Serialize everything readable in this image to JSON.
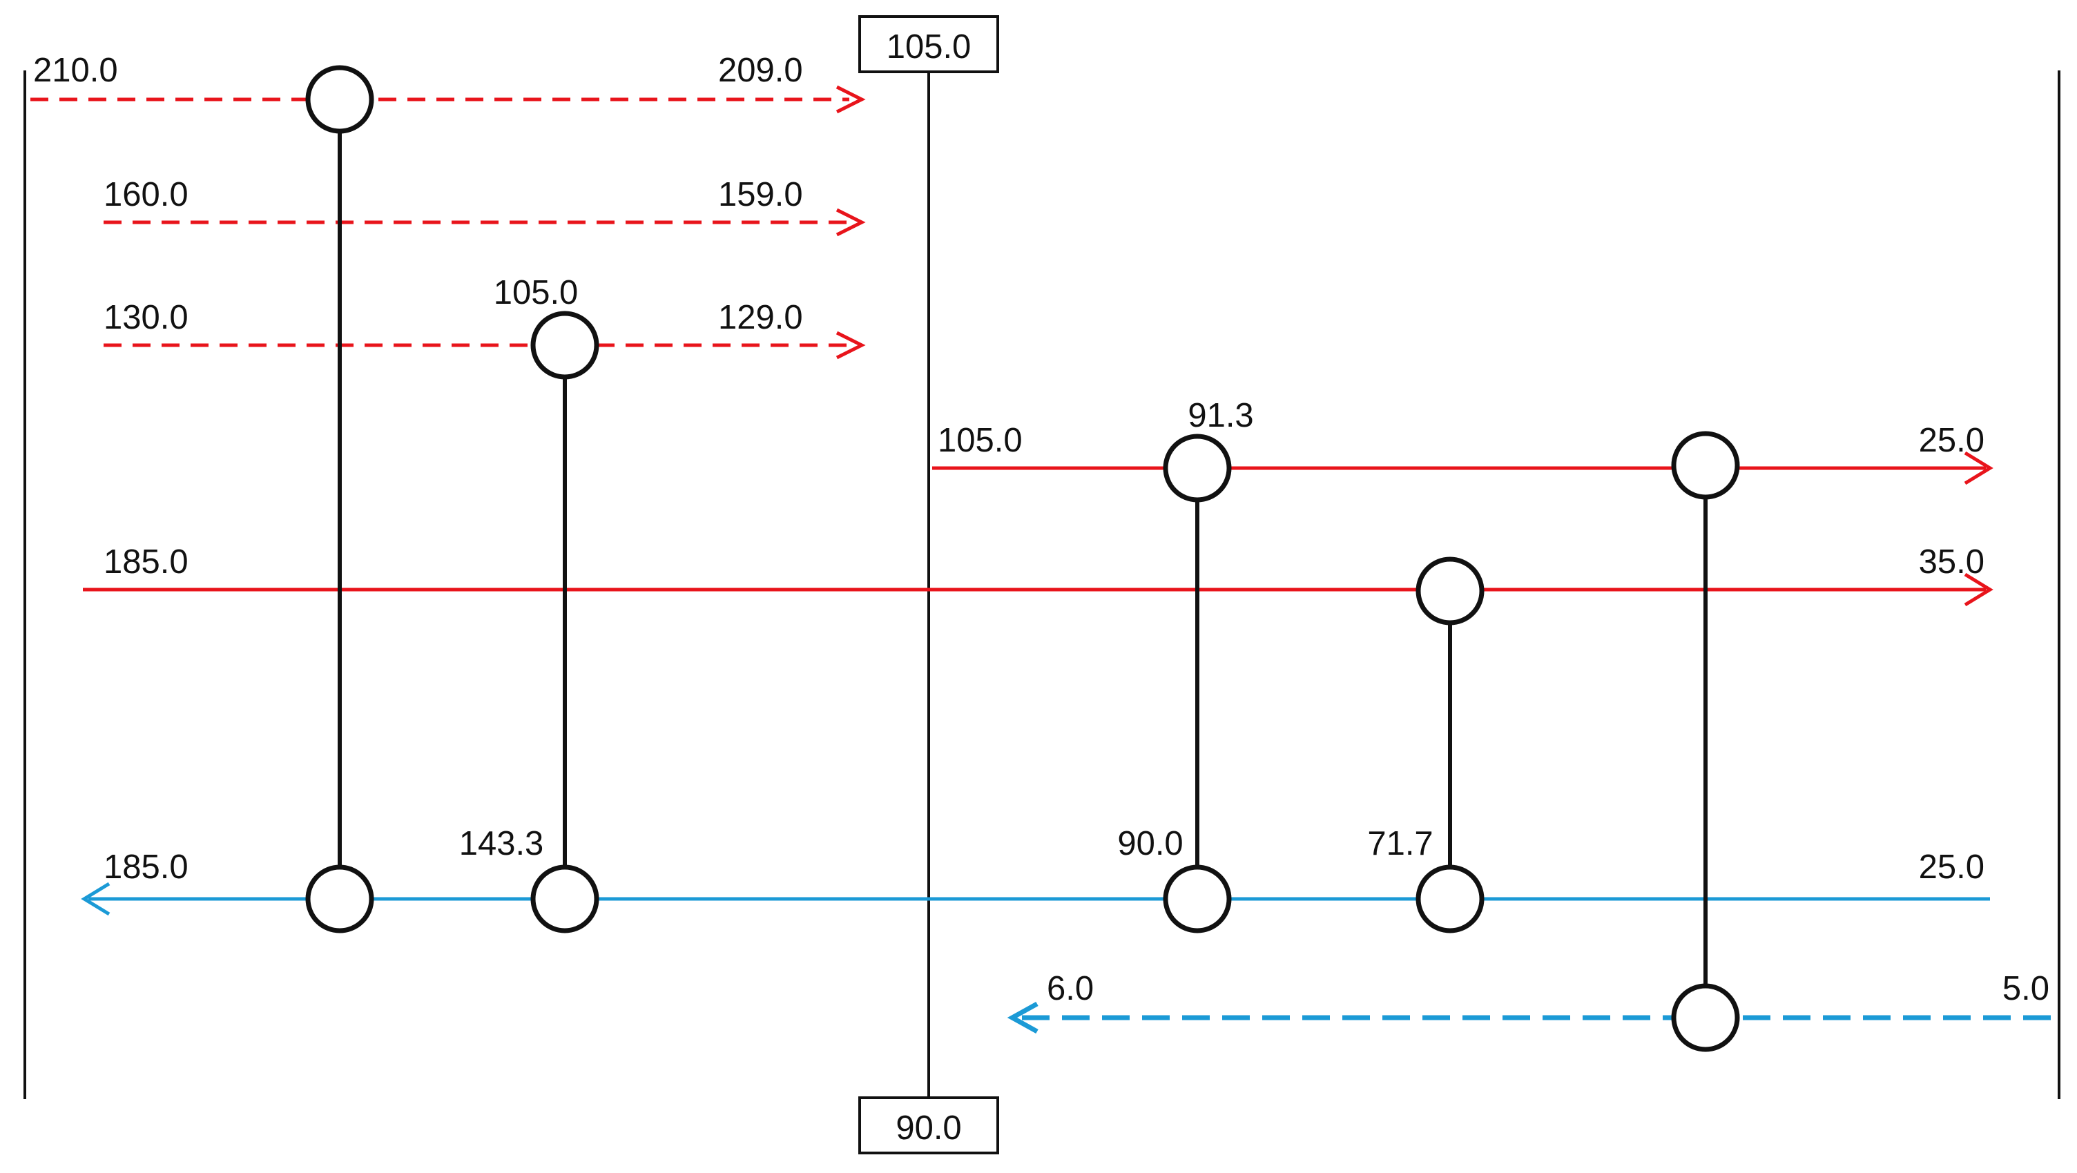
{
  "colors": {
    "hot": "#e8141b",
    "cold": "#1b9ad6",
    "line": "#111111"
  },
  "pinch": {
    "top_label": "105.0",
    "bottom_label": "90.0"
  },
  "streams": {
    "h1": {
      "kind": "hot-dashed",
      "in": "210.0",
      "out": "209.0"
    },
    "h2": {
      "kind": "hot-dashed",
      "in": "160.0",
      "out": "159.0"
    },
    "h3": {
      "kind": "hot-dashed",
      "in": "130.0",
      "out": "129.0"
    },
    "h4": {
      "kind": "hot-solid",
      "in": "105.0",
      "out": "25.0"
    },
    "h5": {
      "kind": "hot-solid",
      "in": "185.0",
      "out": "35.0"
    },
    "c1": {
      "kind": "cold-solid",
      "in": "25.0",
      "out": "185.0"
    },
    "c2": {
      "kind": "cold-dashed",
      "in": "5.0",
      "out": "6.0"
    }
  },
  "exchangers": {
    "ex1": {
      "top": "",
      "bottom": ""
    },
    "ex2": {
      "top": "105.0",
      "bottom": "143.3"
    },
    "ex3": {
      "top": "91.3",
      "bottom": "90.0"
    },
    "ex4": {
      "top": "",
      "bottom": "71.7"
    },
    "ex5": {
      "top": "",
      "bottom": ""
    }
  }
}
